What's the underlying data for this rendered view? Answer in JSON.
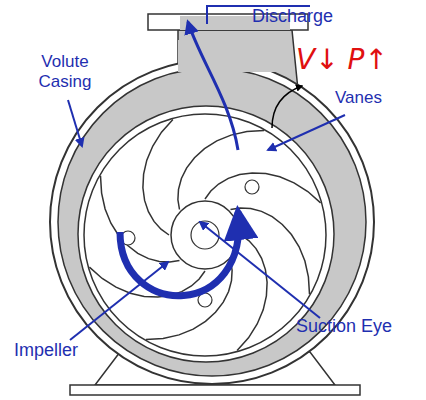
{
  "diagram": {
    "labels": [
      "Discharge",
      "Volute Casing",
      "V↓ P↑",
      "Vanes",
      "Impeller",
      "Suction Eye"
    ]
  }
}
